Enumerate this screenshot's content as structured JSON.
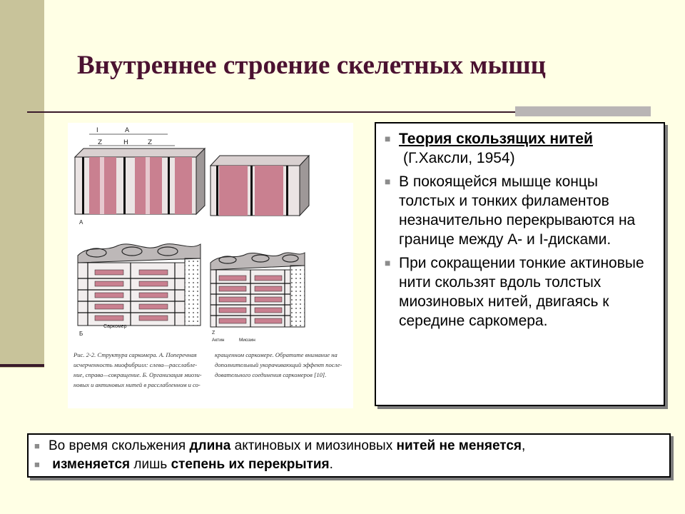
{
  "slide": {
    "title": "Внутреннее строение скелетных мышц"
  },
  "figure": {
    "top_labels": [
      "I",
      "A",
      "Z",
      "H",
      "Z"
    ],
    "label_a": "А",
    "label_b": "Б",
    "sarcomere_label": "Саркомер",
    "label_z": "Z",
    "label_actin": "Актин",
    "label_myosin": "Миозин",
    "caption_left": [
      "Рис. 2-2. Структура саркомера. А. Поперечная",
      "исчерченность миофибрилл: слева—расслабле-",
      "ние, справа—сокращение. Б. Организация миози-",
      "новых и актиновых нитей в расслабленном и со-"
    ],
    "caption_right": [
      "кращенном саркомере. Обратите внимание на",
      "дополнительный укорачивающий эффект после-",
      "довательного соединения саркомеров [10]."
    ]
  },
  "right_box": {
    "heading": "Теория скользящих нитей",
    "heading_sub": "(Г.Хаксли, 1954)",
    "bullet2": "В покоящейся мышце концы толстых и тонких филаментов незначительно перекрываются на границе между А- и I-дисками.",
    "bullet3": "При сокращении тонкие актиновые нити скользят вдоль толстых миозиновых нитей, двигаясь к середине саркомера."
  },
  "bottom_box": {
    "line1": {
      "t1": "Во время скольжения ",
      "b1": "длина",
      "t2": " актиновых и миозиновых ",
      "b2": "нитей не меняется",
      "t3": ","
    },
    "line2": {
      "b1": "изменяется",
      "t1": " лишь ",
      "b2": "степень их перекрытия",
      "t2": "."
    }
  },
  "colors": {
    "background": "#FFFFE5",
    "side_bar": "#C8C39A",
    "title": "#4B1231",
    "band_pink": "#C98090",
    "bullet": "#8C8C8C"
  }
}
